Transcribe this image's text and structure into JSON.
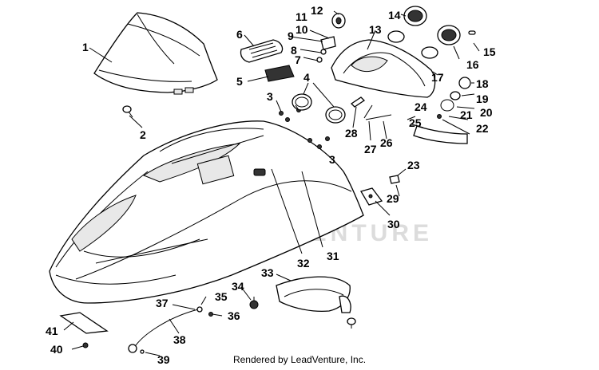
{
  "diagram": {
    "watermark": "LEADVENTURE",
    "footer": "Rendered by LeadVenture, Inc.",
    "callouts": [
      "1",
      "2",
      "3",
      "4",
      "5",
      "6",
      "7",
      "8",
      "9",
      "10",
      "11",
      "12",
      "13",
      "14",
      "15",
      "16",
      "17",
      "18",
      "19",
      "20",
      "21",
      "22",
      "23",
      "24",
      "25",
      "26",
      "27",
      "28",
      "29",
      "30",
      "31",
      "32",
      "33",
      "34",
      "35",
      "36",
      "37",
      "38",
      "39",
      "40",
      "41"
    ]
  }
}
